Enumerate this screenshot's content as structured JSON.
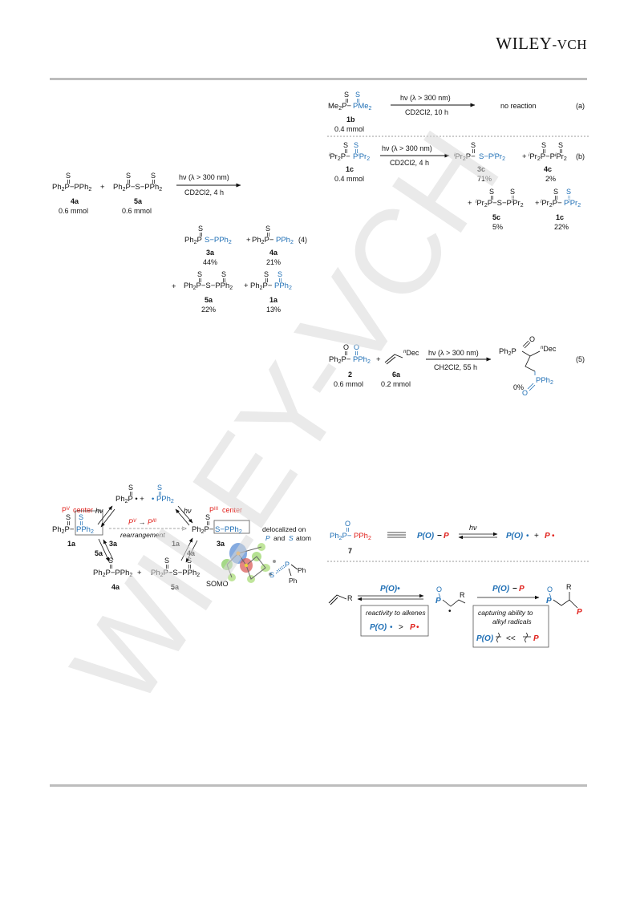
{
  "header": {
    "publisher_main": "WILEY",
    "publisher_suffix": "-VCH"
  },
  "colors": {
    "blue": "#1f6fb5",
    "red": "#e0201b",
    "gray_line": "#bdbdbd",
    "watermark": "#d9d9d9"
  },
  "watermark": {
    "text": "WILEY-VCH"
  },
  "eq4": {
    "cond1": "hν (λ > 300 nm)",
    "cond2": "CD2Cl2, 4 h",
    "r1_label": "4a",
    "r1_amount": "0.6 mmol",
    "r2_label": "5a",
    "r2_amount": "0.6 mmol",
    "number": "(4)",
    "products": [
      {
        "label": "3a",
        "yield": "44%"
      },
      {
        "label": "4a",
        "yield": "21%"
      },
      {
        "label": "5a",
        "yield": "22%"
      },
      {
        "label": "1a",
        "yield": "13%"
      }
    ]
  },
  "eq_a": {
    "label": "1b",
    "amount": "0.4 mmol",
    "cond1": "hν (λ > 300 nm)",
    "cond2": "CD2Cl2, 10 h",
    "result": "no reaction",
    "tag": "(a)"
  },
  "eq_b": {
    "label": "1c",
    "amount": "0.4 mmol",
    "cond1": "hν (λ > 300 nm)",
    "cond2": "CD2Cl2, 4 h",
    "tag": "(b)",
    "products": [
      {
        "label": "3c",
        "yield": "71%"
      },
      {
        "label": "4c",
        "yield": "2%"
      },
      {
        "label": "5c",
        "yield": "5%"
      },
      {
        "label": "1c",
        "yield": "22%"
      }
    ]
  },
  "eq5": {
    "r1_label": "2",
    "r1_amount": "0.6 mmol",
    "r2_label": "6a",
    "r2_amount": "0.2 mmol",
    "cond1": "hν (λ > 300 nm)",
    "cond2": "CH2Cl2, 55 h",
    "yield": "0%",
    "number": "(5)"
  },
  "mech": {
    "pv_center": "center",
    "piii_center": "center",
    "rearrangement": "rearrangement",
    "hv": "hν",
    "labels": [
      "1a",
      "3a",
      "1a",
      "4a",
      "3a",
      "5a",
      "4a",
      "5a"
    ],
    "delocalized_1": "delocalized on",
    "delocalized_2": "P",
    "delocalized_and": "and",
    "delocalized_3": "S",
    "delocalized_atom": "atom",
    "somo": "SOMO"
  },
  "concept": {
    "compound": "7",
    "hv": "hν",
    "radical_reagent": "P(O)•",
    "addition_reagent": "P(O)−P",
    "box1_title": "reactivity to alkenes",
    "box2_title_1": "capturing ability to",
    "box2_title_2": "alkyl radicals"
  }
}
